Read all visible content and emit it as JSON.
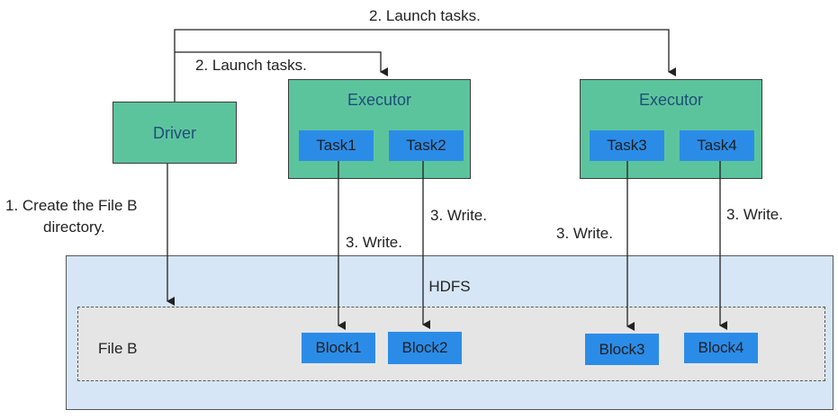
{
  "labels": {
    "launch_top": "2. Launch tasks.",
    "launch_mid": "2. Launch tasks.",
    "create_line1": "1. Create the File B",
    "create_line2": "directory.",
    "write1": "3. Write.",
    "write2": "3. Write.",
    "write3": "3. Write.",
    "write4": "3. Write."
  },
  "driver": {
    "label": "Driver"
  },
  "executors": [
    {
      "title": "Executor",
      "tasks": [
        "Task1",
        "Task2"
      ]
    },
    {
      "title": "Executor",
      "tasks": [
        "Task3",
        "Task4"
      ]
    }
  ],
  "hdfs": {
    "title": "HDFS",
    "file_label": "File B",
    "blocks": [
      "Block1",
      "Block2",
      "Block3",
      "Block4"
    ]
  },
  "colors": {
    "node_green": "#5cc49d",
    "task_blue": "#2b8ce8",
    "hdfs_bg": "#d6e6f6",
    "file_bg": "#e5e5e5",
    "title_text": "#1f4e79"
  }
}
